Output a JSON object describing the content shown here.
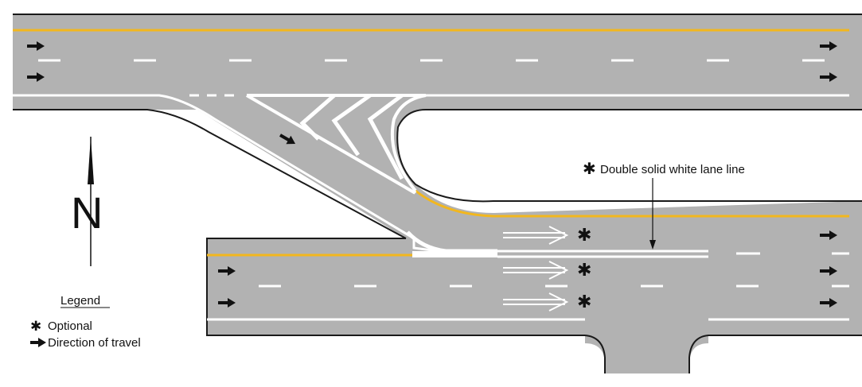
{
  "annotation": {
    "star": "✱",
    "text": "Double solid white lane line"
  },
  "north": {
    "letter": "N"
  },
  "legend": {
    "title": "Legend",
    "items": [
      {
        "icon": "asterisk-icon",
        "symbol": "✱",
        "label": "Optional"
      },
      {
        "icon": "arrow-right-icon",
        "symbol": "→",
        "label": "Direction of travel"
      }
    ]
  },
  "optional_marks": [
    "✱",
    "✱",
    "✱"
  ],
  "colors": {
    "pavement": "#b2b2b2",
    "edge": "#1a1a1a",
    "yellow_line": "#f2b71e",
    "white_line": "#ffffff",
    "arrow": "#111111",
    "background": "#ffffff"
  }
}
